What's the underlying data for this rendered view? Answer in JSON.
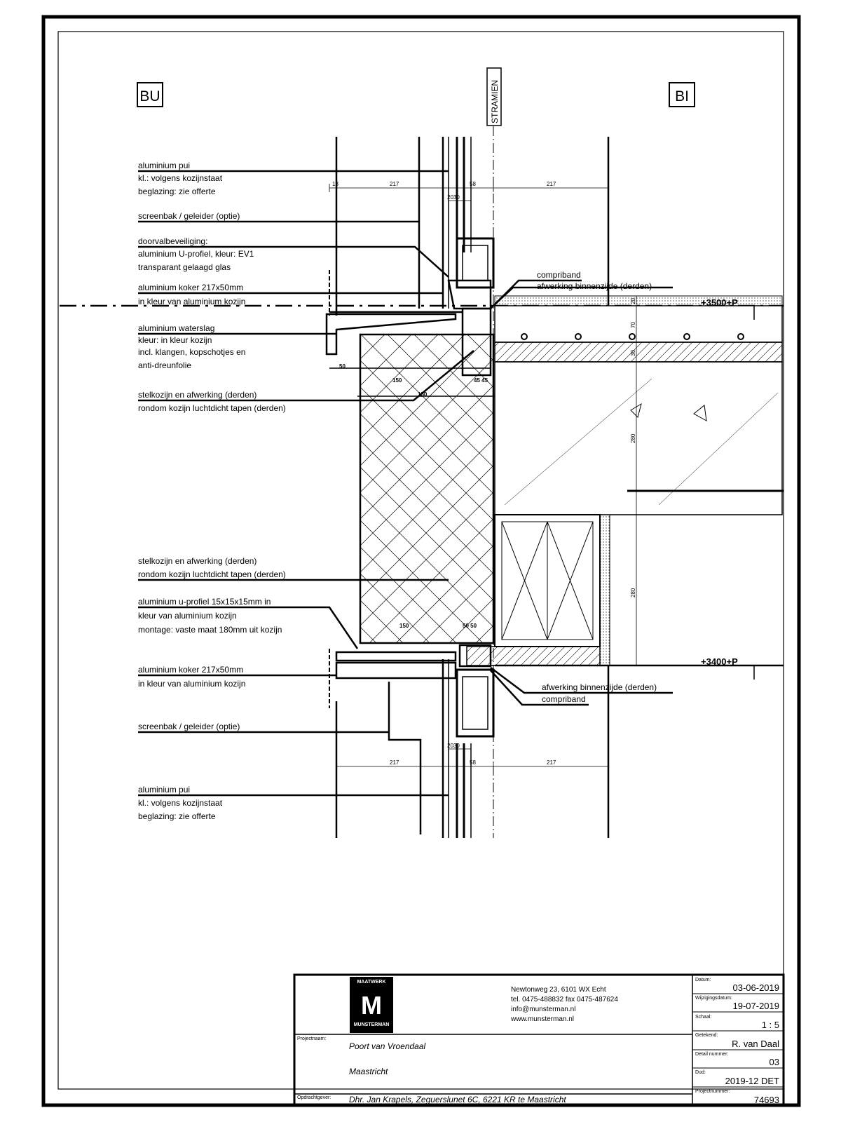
{
  "markers": {
    "outside": "BU",
    "inside": "BI",
    "grid": "STRAMIEN"
  },
  "labels_top": [
    [
      "aluminium pui",
      "kl.: volgens kozijnstaat",
      "beglazing: zie offerte"
    ],
    [
      "screenbak / geleider (optie)"
    ],
    [
      "doorvalbeveiliging:",
      "aluminium U-profiel, kleur: EV1",
      "transparant gelaagd glas"
    ],
    [
      "aluminium koker 217x50mm",
      "in kleur van aluminium kozijn"
    ],
    [
      "aluminium waterslag",
      "kleur: in kleur kozijn",
      "incl. klangen, kopschotjes en",
      "anti-dreunfolie"
    ],
    [
      "stelkozijn en afwerking (derden)",
      "rondom kozijn luchtdicht tapen (derden)"
    ]
  ],
  "labels_bottom": [
    [
      "stelkozijn en afwerking (derden)",
      "rondom kozijn luchtdicht tapen (derden)"
    ],
    [
      "aluminium u-profiel 15x15x15mm in",
      "kleur van aluminium kozijn",
      "montage: vaste maat 180mm uit kozijn"
    ],
    [
      "aluminium koker 217x50mm",
      "in kleur van aluminium kozijn"
    ],
    [
      "screenbak / geleider (optie)"
    ],
    [
      "aluminium pui",
      "kl.: volgens kozijnstaat",
      "beglazing: zie offerte"
    ]
  ],
  "labels_right": {
    "top": [
      "compriband",
      "afwerking binnenzijde (derden)"
    ],
    "bottom": [
      "afwerking binnenzijde (derden)",
      "compriband"
    ]
  },
  "levels": {
    "upper": "+3500+P",
    "lower": "+3400+P"
  },
  "dimensions": {
    "top_row": [
      "13",
      "217",
      "58",
      "217"
    ],
    "top_small": "2030",
    "bottom_row": [
      "217",
      "58",
      "217"
    ],
    "bottom_small": "2030",
    "vertical_right": [
      "20",
      "70",
      "30",
      "280",
      "280"
    ],
    "misc": [
      "50",
      "150",
      "45 45",
      "150",
      "150",
      "50 50"
    ]
  },
  "title_block": {
    "logo_top": "MAATWERK",
    "logo_letter": "M",
    "logo_bottom": "MUNSTERMAN",
    "address": [
      "Newtonweg 23, 6101 WX Echt",
      "tel. 0475-488832  fax 0475-487624",
      "info@munsterman.nl",
      "www.munsterman.nl"
    ],
    "fields": {
      "datum_label": "Datum:",
      "datum": "03-06-2019",
      "wijziging_label": "Wijzigingsdatum:",
      "wijziging": "19-07-2019",
      "schaal_label": "Schaal:",
      "schaal": "1 : 5",
      "getekend_label": "Getekend:",
      "getekend": "R. van Daal",
      "detail_label": "Detail nummer:",
      "detail": "03",
      "dud_label": "Dud:",
      "dud": "2019-12 DET",
      "project_nr_label": "Projectnummer:",
      "project_nr": "74693"
    },
    "projectnaam_label": "Projectnaam:",
    "projectnaam": "Poort van Vroendaal",
    "plaats": "Maastricht",
    "opdrachtgever_label": "Opdrachtgever:",
    "opdrachtgever": "Dhr. Jan Krapels, Zeguerslunet 6C, 6221 KR  te Maastricht"
  }
}
